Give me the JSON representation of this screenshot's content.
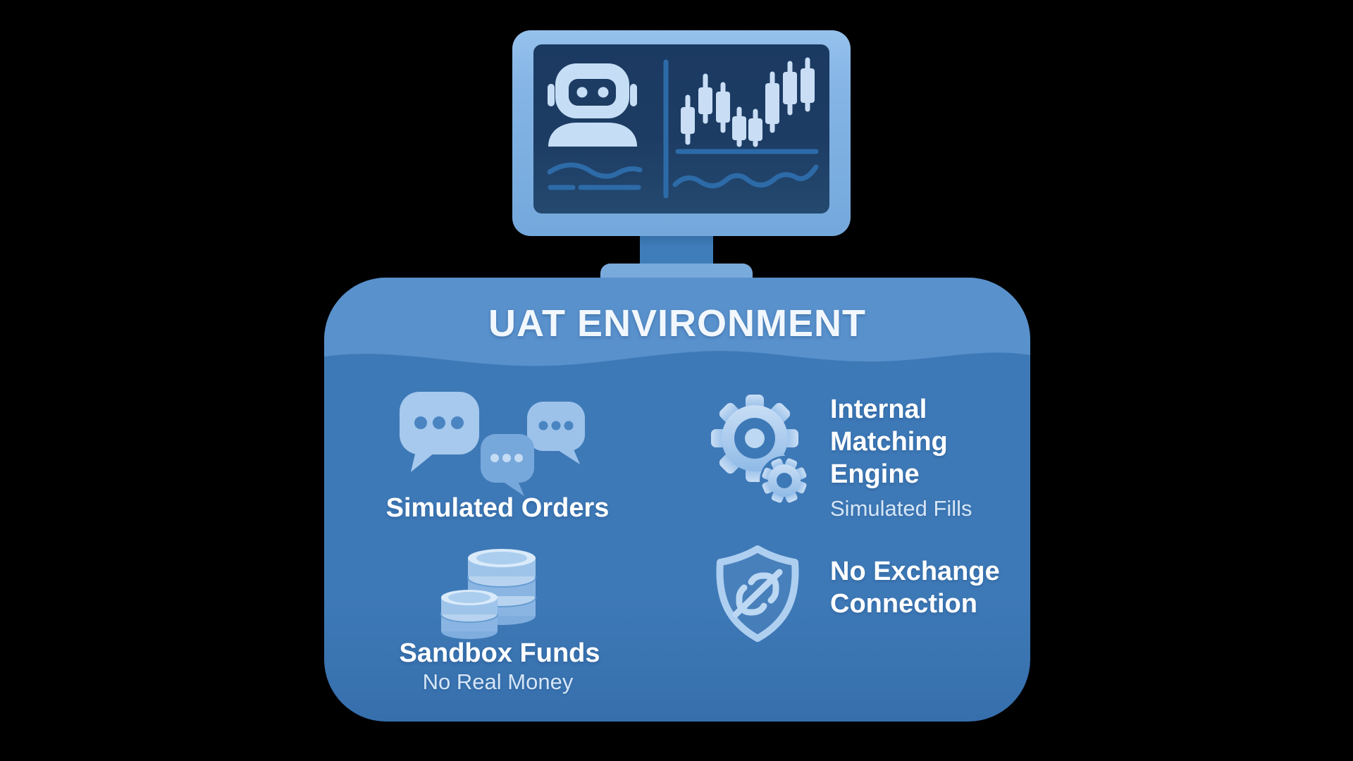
{
  "panel": {
    "title": "UAT ENVIRONMENT"
  },
  "monitor": {
    "screen_left_icon": "robot-icon",
    "screen_right_icon": "candlestick-chart-icon"
  },
  "features": [
    {
      "id": "simulated-orders",
      "icon": "chat-bubbles-icon",
      "label": "Simulated Orders"
    },
    {
      "id": "internal-matching-engine",
      "icon": "gears-icon",
      "label": "Internal Matching Engine",
      "sublabel": "Simulated Fills"
    },
    {
      "id": "sandbox-funds",
      "icon": "coins-icon",
      "label": "Sandbox Funds",
      "sublabel": "No Real Money"
    },
    {
      "id": "no-exchange-connection",
      "icon": "shield-no-link-icon",
      "label": "No Exchange Connection"
    }
  ],
  "colors": {
    "background": "#000000",
    "monitor_bezel": "#84b4e5",
    "monitor_bezel_light": "#95c1ec",
    "screen": "#1d3c64",
    "screen_line": "#2d6ba8",
    "screen_icon": "#c6def5",
    "stand": "#3f7cba",
    "base": "#79aadc",
    "panel_header": "#5991cc",
    "panel_body": "#3e79b7",
    "panel_body_dark": "#366fac",
    "title_text": "#f1f7fd",
    "heading_text": "#ffffff",
    "subtext": "#d6e6f6",
    "icon_light": "#aecff0",
    "icon_lighter": "#c9def5",
    "icon_mid": "#77a8db",
    "icon_dot_dark": "#4a85c2"
  }
}
